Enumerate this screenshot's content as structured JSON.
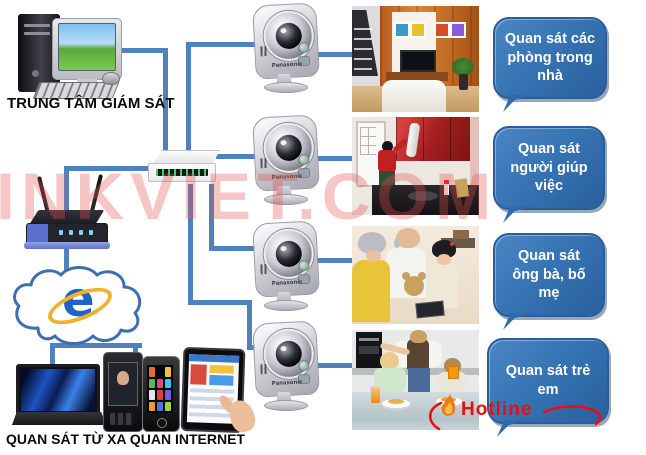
{
  "watermark": {
    "text": "INKVIET.COM"
  },
  "labels": {
    "monitoring_center": "TRUNG TÂM GIÁM SÁT",
    "remote_access": "QUAN SÁT TỪ XA QUAN INTERNET"
  },
  "bubbles": [
    {
      "text": "Quan sát các phòng trong nhà"
    },
    {
      "text": "Quan sát người giúp việc"
    },
    {
      "text": "Quan sát ông bà, bố mẹ"
    },
    {
      "text": "Quan sát trẻ em"
    }
  ],
  "hotline": {
    "label": "Hotline"
  },
  "camera": {
    "brand": "Panasonic"
  },
  "photos": [
    {
      "name": "living-room"
    },
    {
      "name": "housemaid-kitchen"
    },
    {
      "name": "grandparents-with-child"
    },
    {
      "name": "children-eating"
    }
  ],
  "colors": {
    "connector": "#4F81BD",
    "bubble_fill": "#3572B2",
    "bubble_edge": "#2A5E97",
    "watermark": "#E44E4E",
    "hotline_red": "#E8100C"
  }
}
